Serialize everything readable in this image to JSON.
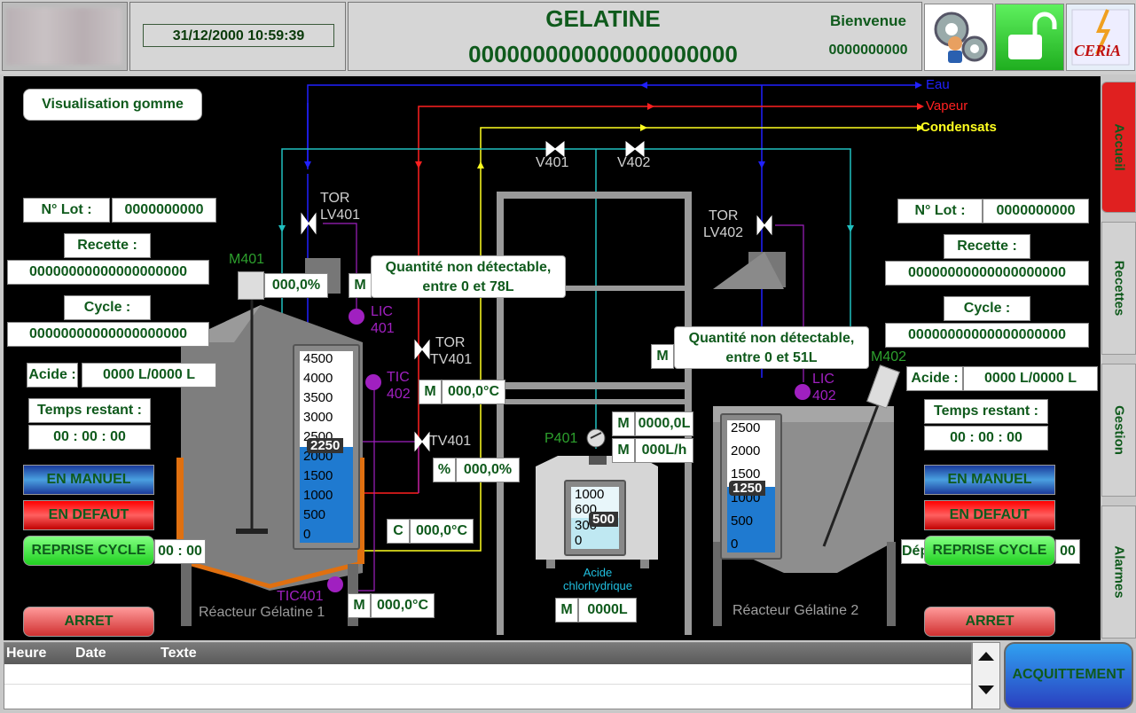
{
  "header": {
    "datetime": "31/12/2000 10:59:39",
    "title": "GELATINE",
    "batch_code": "000000000000000000000",
    "welcome": "Bienvenue",
    "user_id": "0000000000",
    "logo_text": "CERiA"
  },
  "view_button": "Visualisation gomme",
  "utility_lines": {
    "water": "Eau",
    "steam": "Vapeur",
    "condensate": "Condensats"
  },
  "valves": {
    "v401": "V401",
    "v402": "V402",
    "lv401_top": "TOR",
    "lv401": "LV401",
    "lv402_top": "TOR",
    "lv402": "LV402",
    "tv401_tor_top": "TOR",
    "tv401_tor": "TV401",
    "tv401": "TV401"
  },
  "reactor1": {
    "lot_label": "N° Lot :",
    "lot_value": "0000000000",
    "recipe_label": "Recette :",
    "recipe_value": "00000000000000000000",
    "cycle_label": "Cycle :",
    "cycle_value": "00000000000000000000",
    "acid_label": "Acide :",
    "acid_value": "0000 L/0000 L",
    "time_label": "Temps restant :",
    "time_value": "00 : 00 : 00",
    "manual_button": "EN MANUEL",
    "fault_button": "EN DEFAUT",
    "resume_button": "REPRISE CYCLE",
    "resume_timer": "00 : 00",
    "stop_button": "ARRET",
    "name": "Réacteur Gélatine 1",
    "motor": "M401",
    "motor_speed": "000,0%",
    "lic_tag1": "LIC",
    "lic_tag2": "401",
    "tic402_tag1": "TIC",
    "tic402_tag2": "402",
    "tic401_tag": "TIC401",
    "mode_m": "M",
    "temp402_mode": "M",
    "temp402_value": "000,0°C",
    "tv401_mode": "%",
    "tv401_value": "000,0%",
    "setpoint_mode": "C",
    "setpoint_value": "000,0°C",
    "temp401_mode": "M",
    "temp401_value": "000,0°C",
    "qty_msg_line1": "Quantité non détectable,",
    "qty_msg_line2": "entre 0 et 78L",
    "gauge_ticks": [
      "4500",
      "4000",
      "3500",
      "3000",
      "2500",
      "2000",
      "1500",
      "1000",
      "500",
      "0"
    ],
    "gauge_value": "2250",
    "gauge_level": 0.5
  },
  "reactor2": {
    "lot_label": "N° Lot :",
    "lot_value": "0000000000",
    "recipe_label": "Recette :",
    "recipe_value": "00000000000000000000",
    "cycle_label": "Cycle :",
    "cycle_value": "00000000000000000000",
    "acid_label": "Acide :",
    "acid_value": "0000 L/0000 L",
    "time_label": "Temps restant :",
    "time_value": "00 : 00 :  00",
    "manual_button": "EN MANUEL",
    "fault_button": "EN DEFAUT",
    "resume_button": "REPRISE CYCLE",
    "resume_prefix": "Dép",
    "resume_timer": "00",
    "stop_button": "ARRET",
    "name": "Réacteur Gélatine 2",
    "motor": "M402",
    "lic_tag1": "LIC",
    "lic_tag2": "402",
    "mode_m": "M",
    "qty_msg_line1": "Quantité non détectable,",
    "qty_msg_line2": "entre 0 et 51L",
    "gauge_ticks": [
      "2500",
      "2000",
      "1500",
      "1000",
      "500",
      "0"
    ],
    "gauge_value": "1250",
    "gauge_level": 0.5
  },
  "acid_tank": {
    "pump": "P401",
    "flow_total_mode": "M",
    "flow_total_value": "0000,0L",
    "flow_rate_mode": "M",
    "flow_rate_value": "000L/h",
    "name_line1": "Acide",
    "name_line2": "chlorhydrique",
    "qty_mode": "M",
    "qty_value": "0000L",
    "gauge_ticks": [
      "1000",
      "600",
      "300",
      "0"
    ],
    "gauge_value": "500",
    "gauge_level": 0.5
  },
  "side_tabs": [
    "Accueil",
    "Recettes",
    "Gestion",
    "Alarmes"
  ],
  "alarm_table": {
    "columns": [
      "Heure",
      "Date",
      "Texte"
    ],
    "ack_button": "ACQUITTEMENT"
  },
  "colors": {
    "water": "#2020ff",
    "steam": "#ff2020",
    "condensate": "#ffff20",
    "process_teal": "#20c0c0",
    "text_green": "#0f5a1c",
    "active_tab": "#e02020"
  }
}
